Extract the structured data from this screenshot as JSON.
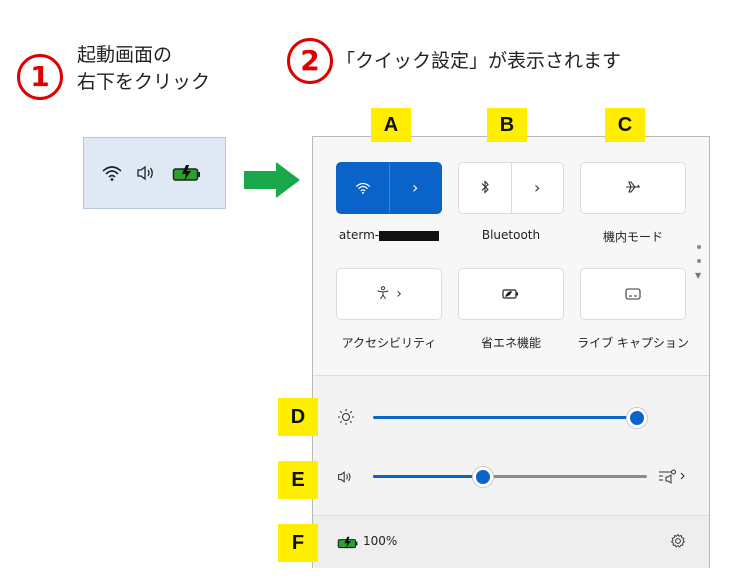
{
  "steps": [
    {
      "number": "1",
      "text": "起動画面の\n右下をクリック"
    },
    {
      "number": "2",
      "text": "「クイック設定」が表示されます"
    }
  ],
  "labels": {
    "a": "A",
    "b": "B",
    "c": "C",
    "d": "D",
    "e": "E",
    "f": "F"
  },
  "tray_icons": [
    "wifi-icon",
    "speaker-icon",
    "battery-charging-icon"
  ],
  "quick_settings": {
    "tiles": [
      {
        "label": "aterm-",
        "icon": "wifi-icon",
        "active": true,
        "has_chevron": true
      },
      {
        "label": "Bluetooth",
        "icon": "bluetooth-icon",
        "active": false,
        "has_chevron": true
      },
      {
        "label": "機内モード",
        "icon": "airplane-icon",
        "active": false,
        "has_chevron": false
      },
      {
        "label": "アクセシビリティ",
        "icon": "accessibility-icon",
        "active": false,
        "has_chevron": true
      },
      {
        "label": "省エネ機能",
        "icon": "energy-saver-icon",
        "active": false,
        "has_chevron": false
      },
      {
        "label": "ライブ キャプション",
        "icon": "live-captions-icon",
        "active": false,
        "has_chevron": false
      }
    ],
    "brightness": {
      "icon": "brightness-icon",
      "level": 1.0
    },
    "volume": {
      "icon": "speaker-icon",
      "level": 0.4,
      "output_icon": "audio-output-icon"
    },
    "battery": {
      "icon": "battery-charging-icon",
      "percent_text": "100%"
    },
    "settings_icon": "gear-icon"
  },
  "colors": {
    "accent": "#0a63c9",
    "step_red": "#e00000",
    "label_yellow": "#ffee00",
    "arrow_green": "#1aa64a",
    "battery_green": "#2e9e2e"
  }
}
